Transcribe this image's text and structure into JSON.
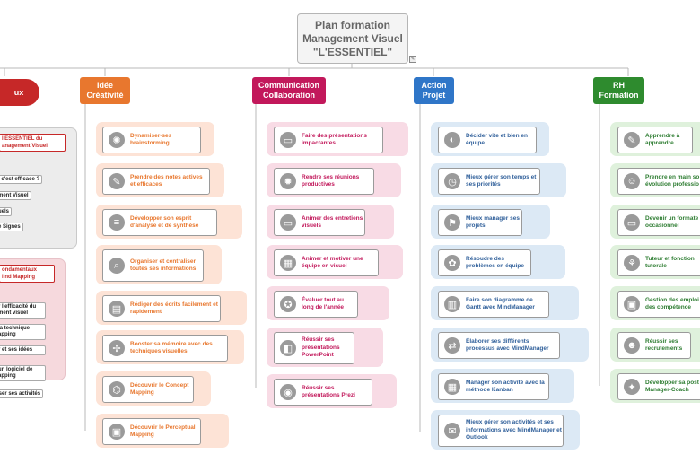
{
  "root": {
    "line1": "Plan formation",
    "line2": "Management Visuel",
    "line3": "\"L'ESSENTIEL\""
  },
  "colors": {
    "orange": "#e8772e",
    "magenta": "#c2185b",
    "blue": "#2f76c8",
    "green": "#2e8b2e",
    "red": "#c62828"
  },
  "branches": {
    "left_partial": {
      "label": "ux"
    },
    "idee": {
      "line1": "Idée",
      "line2": "Créativité",
      "items": [
        "Dynamiser-ses brainstorming",
        "Prendre des notes actives et efficaces",
        "Développer son esprit d'analyse et de synthèse",
        "Organiser et centraliser toutes ses informations",
        "Rédiger des écrits facilement et rapidement",
        "Booster sa mémoire avec des techniques visuelles",
        "Découvrir le Concept Mapping",
        "Découvrir le Perceptual Mapping"
      ]
    },
    "communication": {
      "line1": "Communication",
      "line2": "Collaboration",
      "items": [
        "Faire des présentations impactantes",
        "Rendre ses réunions productives",
        "Animer des entretiens visuels",
        "Animer et motiver une équipe en visuel",
        "Évaluer tout au long de l'année",
        "Réussir ses présentations PowerPoint",
        "Réussir ses présentations Prezi"
      ]
    },
    "action": {
      "line1": "Action",
      "line2": "Projet",
      "items": [
        "Décider vite et bien en équipe",
        "Mieux gérer son temps et ses priorités",
        "Mieux manager ses projets",
        "Résoudre des problèmes en équipe",
        "Faire son diagramme de Gantt avec MindManager",
        "Élaborer ses différents processus avec MindManager",
        "Manager son activité avec la méthode Kanban",
        "Mieux gérer son activités et ses informations avec MindManager et Outlook"
      ]
    },
    "rh": {
      "line1": "RH",
      "line2": "Formation",
      "items": [
        "Apprendre à apprendre",
        "Prendre en main so évolution professio",
        "Devenir un formate occasionnel",
        "Tuteur et fonction tutorale",
        "Gestion des emploi et des compétence",
        "Réussir ses recrutements",
        "Développer sa post de Manager-Coach"
      ]
    },
    "left_gray": {
      "title1": "l'ESSENTIEL du",
      "title2": "anagement Visuel",
      "items": [
        "i c'est efficace ?",
        "ment Visuel",
        "uels",
        "e Signes"
      ]
    },
    "left_rose": {
      "title1": "ondamentaux",
      "title2": "lind Mapping",
      "items": [
        "r l'efficacité du ment visuel",
        "la technique apping",
        "r et ses idées",
        "un logiciel de apping",
        "iser ses activités"
      ]
    }
  }
}
